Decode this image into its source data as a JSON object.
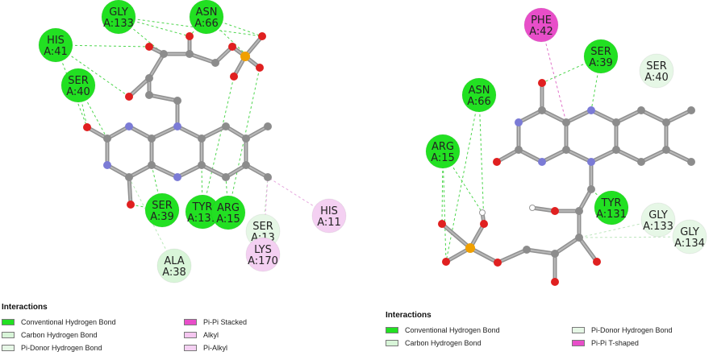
{
  "colors": {
    "conventional_hb": "#22e022",
    "carbon_hb": "#d8f5d8",
    "pi_donor_hb": "#e6f7e6",
    "pi_pi_stacked": "#e84ec9",
    "alkyl": "#f5c6f0",
    "pi_alkyl": "#f4d0f2",
    "pi_pi_tshaped": "#e84ec9",
    "carbon": "#8c8c8c",
    "nitrogen": "#7b7bd6",
    "oxygen": "#e02020",
    "phosphorus": "#f0a000"
  },
  "left": {
    "residues": [
      {
        "key": "gly133",
        "line1": "GLY",
        "line2": "A:133",
        "type": "conventional"
      },
      {
        "key": "asn66",
        "line1": "ASN",
        "line2": "A:66",
        "type": "conventional"
      },
      {
        "key": "his41",
        "line1": "HIS",
        "line2": "A:41",
        "type": "conventional"
      },
      {
        "key": "ser40",
        "line1": "SER",
        "line2": "A:40",
        "type": "conventional"
      },
      {
        "key": "ser39",
        "line1": "SER",
        "line2": "A:39",
        "type": "conventional"
      },
      {
        "key": "tyr131",
        "line1": "TYR",
        "line2": "A:131",
        "type": "conventional"
      },
      {
        "key": "arg15",
        "line1": "ARG",
        "line2": "A:15",
        "type": "conventional"
      },
      {
        "key": "ser13",
        "line1": "SER",
        "line2": "A:13",
        "type": "pi_donor"
      },
      {
        "key": "lys170",
        "line1": "LYS",
        "line2": "A:170",
        "type": "pi_alkyl"
      },
      {
        "key": "his11",
        "line1": "HIS",
        "line2": "A:11",
        "type": "pi_alkyl"
      },
      {
        "key": "ala38",
        "line1": "ALA",
        "line2": "A:38",
        "type": "carbon"
      }
    ],
    "legend": {
      "title": "Interactions",
      "items": [
        {
          "label": "Conventional Hydrogen Bond",
          "type": "conventional"
        },
        {
          "label": "Carbon Hydrogen Bond",
          "type": "carbon"
        },
        {
          "label": "Pi-Donor Hydrogen Bond",
          "type": "pi_donor"
        },
        {
          "label": "Pi-Pi Stacked",
          "type": "pi_pi_stacked"
        },
        {
          "label": "Alkyl",
          "type": "alkyl"
        },
        {
          "label": "Pi-Alkyl",
          "type": "pi_alkyl"
        }
      ]
    }
  },
  "right": {
    "residues": [
      {
        "key": "phe42",
        "line1": "PHE",
        "line2": "A:42",
        "type": "pi_pi_tshaped"
      },
      {
        "key": "ser39",
        "line1": "SER",
        "line2": "A:39",
        "type": "conventional"
      },
      {
        "key": "ser40",
        "line1": "SER",
        "line2": "A:40",
        "type": "pi_donor"
      },
      {
        "key": "asn66",
        "line1": "ASN",
        "line2": "A:66",
        "type": "conventional"
      },
      {
        "key": "arg15",
        "line1": "ARG",
        "line2": "A:15",
        "type": "conventional"
      },
      {
        "key": "tyr131",
        "line1": "TYR",
        "line2": "A:131",
        "type": "conventional"
      },
      {
        "key": "gly133",
        "line1": "GLY",
        "line2": "A:133",
        "type": "pi_donor"
      },
      {
        "key": "gly134",
        "line1": "GLY",
        "line2": "A:134",
        "type": "pi_donor"
      }
    ],
    "legend": {
      "title": "Interactions",
      "items": [
        {
          "label": "Conventional Hydrogen Bond",
          "type": "conventional"
        },
        {
          "label": "Carbon Hydrogen Bond",
          "type": "carbon"
        },
        {
          "label": "Pi-Donor Hydrogen Bond",
          "type": "pi_donor"
        },
        {
          "label": "Pi-Pi T-shaped",
          "type": "pi_pi_tshaped"
        }
      ]
    }
  }
}
